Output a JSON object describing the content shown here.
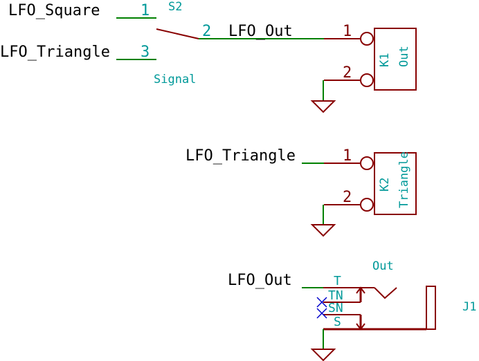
{
  "switch_s2": {
    "ref": "S2",
    "value": "Signal",
    "net_square": "LFO_Square",
    "net_triangle": "LFO_Triangle",
    "net_out": "LFO_Out",
    "pin1": "1",
    "pin2": "2",
    "pin3": "3",
    "k1_pin1": "1",
    "k1_pin2": "2"
  },
  "connector_k1": {
    "ref": "K1",
    "value": "Out"
  },
  "connector_k2": {
    "ref": "K2",
    "value": "Triangle",
    "net": "LFO_Triangle",
    "pin1": "1",
    "pin2": "2"
  },
  "jack_j1": {
    "ref": "J1",
    "value": "Out",
    "net": "LFO_Out",
    "pin_t": "T",
    "pin_tn": "TN",
    "pin_sn": "SN",
    "pin_s": "S"
  },
  "colors": {
    "wire": "#008000",
    "component": "#880000",
    "pin_number": "#7f0000",
    "reference": "#009999",
    "no_connect": "#0000cc"
  }
}
